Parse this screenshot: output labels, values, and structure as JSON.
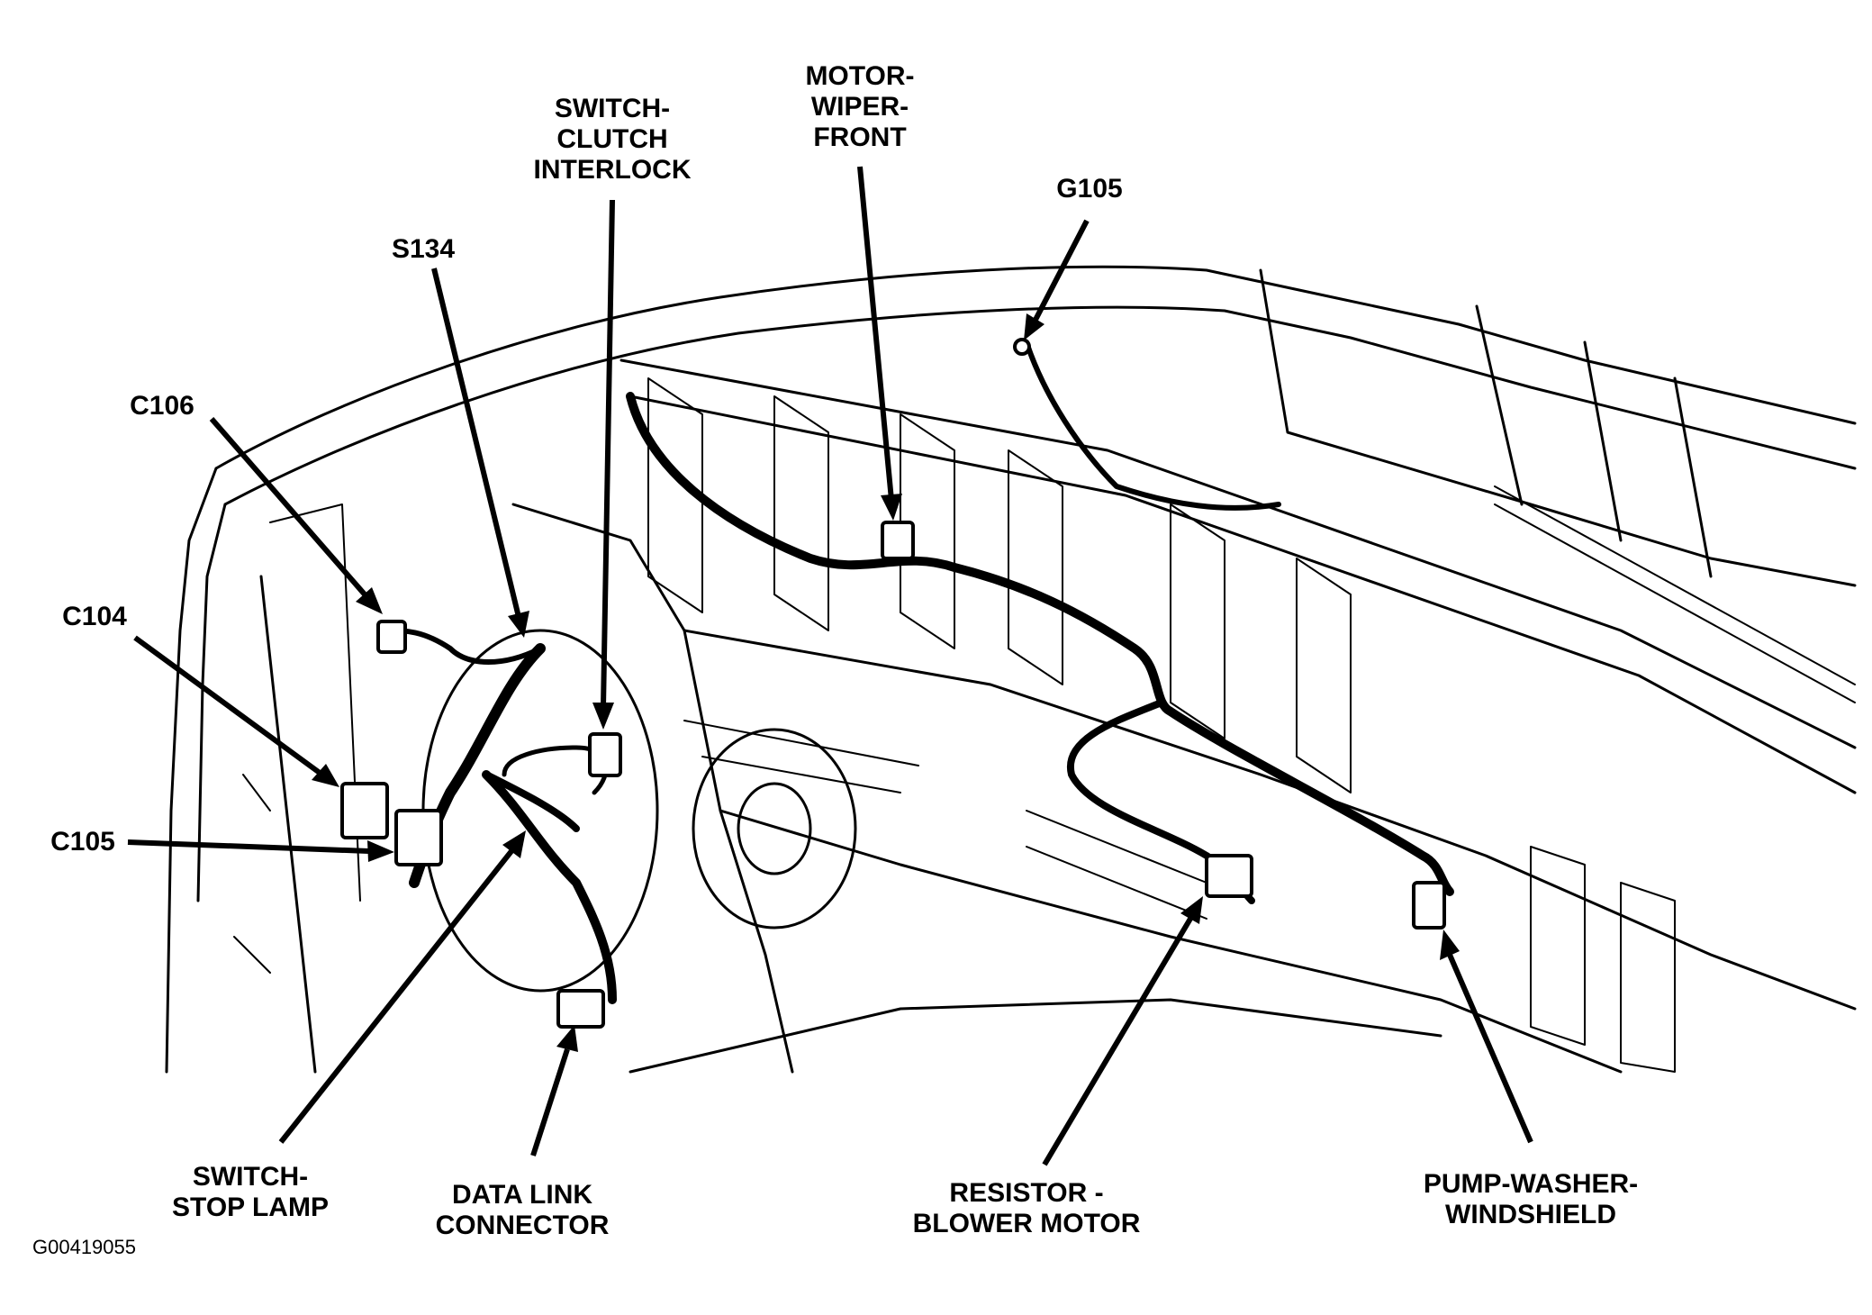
{
  "labels": {
    "switch_clutch_interlock": [
      "SWITCH-",
      "CLUTCH",
      "INTERLOCK"
    ],
    "motor_wiper_front": [
      "MOTOR-",
      "WIPER-",
      "FRONT"
    ],
    "g105": "G105",
    "s134": "S134",
    "c106": "C106",
    "c104": "C104",
    "c105": "C105",
    "switch_stop_lamp": [
      "SWITCH-",
      "STOP LAMP"
    ],
    "data_link_connector": [
      "DATA LINK",
      "CONNECTOR"
    ],
    "resistor_blower_motor": [
      "RESISTOR -",
      "BLOWER MOTOR"
    ],
    "pump_washer_windshield": [
      "PUMP-WASHER-",
      "WINDSHIELD"
    ]
  },
  "figure_id": "G00419055"
}
